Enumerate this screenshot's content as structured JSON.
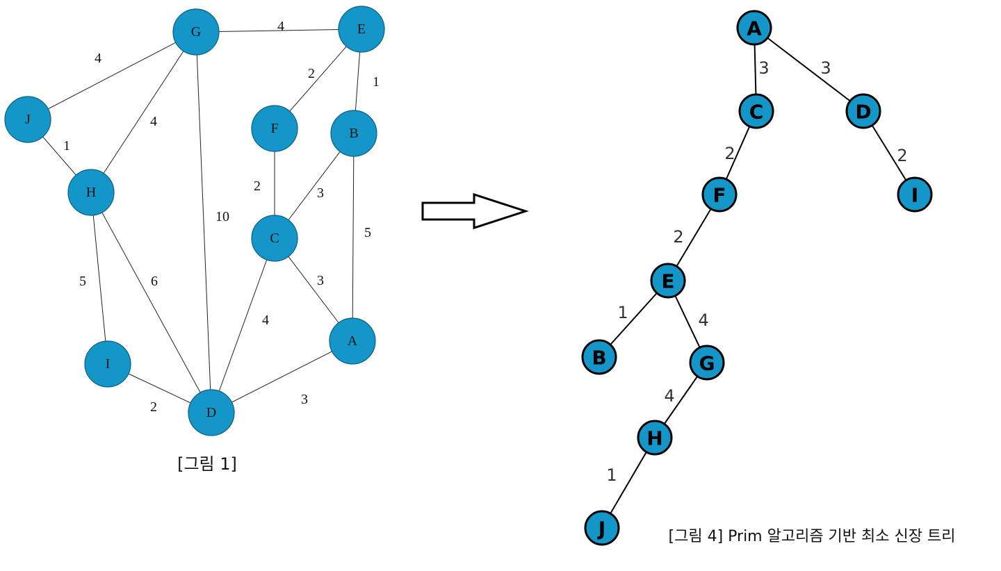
{
  "graph": {
    "caption": "[그림 1]",
    "nodes": [
      {
        "id": "G",
        "label": "G"
      },
      {
        "id": "E",
        "label": "E"
      },
      {
        "id": "J",
        "label": "J"
      },
      {
        "id": "F",
        "label": "F"
      },
      {
        "id": "B",
        "label": "B"
      },
      {
        "id": "H",
        "label": "H"
      },
      {
        "id": "C",
        "label": "C"
      },
      {
        "id": "A",
        "label": "A"
      },
      {
        "id": "I",
        "label": "I"
      },
      {
        "id": "D",
        "label": "D"
      }
    ],
    "edges": [
      {
        "from": "G",
        "to": "E",
        "weight": "4"
      },
      {
        "from": "G",
        "to": "J",
        "weight": "4"
      },
      {
        "from": "G",
        "to": "H",
        "weight": "4"
      },
      {
        "from": "G",
        "to": "D",
        "weight": "10"
      },
      {
        "from": "E",
        "to": "F",
        "weight": "2"
      },
      {
        "from": "E",
        "to": "B",
        "weight": "1"
      },
      {
        "from": "J",
        "to": "H",
        "weight": "1"
      },
      {
        "from": "F",
        "to": "C",
        "weight": "2"
      },
      {
        "from": "B",
        "to": "C",
        "weight": "3"
      },
      {
        "from": "B",
        "to": "A",
        "weight": "5"
      },
      {
        "from": "H",
        "to": "I",
        "weight": "5"
      },
      {
        "from": "H",
        "to": "D",
        "weight": "6"
      },
      {
        "from": "C",
        "to": "A",
        "weight": "3"
      },
      {
        "from": "C",
        "to": "D",
        "weight": "4"
      },
      {
        "from": "I",
        "to": "D",
        "weight": "2"
      },
      {
        "from": "A",
        "to": "D",
        "weight": "3"
      }
    ]
  },
  "tree": {
    "caption": "[그림 4] Prim 알고리즘 기반 최소 신장 트리",
    "nodes": [
      {
        "id": "A",
        "label": "A"
      },
      {
        "id": "C",
        "label": "C"
      },
      {
        "id": "D",
        "label": "D"
      },
      {
        "id": "F",
        "label": "F"
      },
      {
        "id": "I",
        "label": "I"
      },
      {
        "id": "E",
        "label": "E"
      },
      {
        "id": "B",
        "label": "B"
      },
      {
        "id": "G",
        "label": "G"
      },
      {
        "id": "H",
        "label": "H"
      },
      {
        "id": "J",
        "label": "J"
      }
    ],
    "edges": [
      {
        "from": "A",
        "to": "C",
        "weight": "3"
      },
      {
        "from": "A",
        "to": "D",
        "weight": "3"
      },
      {
        "from": "C",
        "to": "F",
        "weight": "2"
      },
      {
        "from": "D",
        "to": "I",
        "weight": "2"
      },
      {
        "from": "F",
        "to": "E",
        "weight": "2"
      },
      {
        "from": "E",
        "to": "B",
        "weight": "1"
      },
      {
        "from": "E",
        "to": "G",
        "weight": "4"
      },
      {
        "from": "G",
        "to": "H",
        "weight": "4"
      },
      {
        "from": "H",
        "to": "J",
        "weight": "1"
      }
    ]
  },
  "arrow_icon": "right-arrow-icon"
}
